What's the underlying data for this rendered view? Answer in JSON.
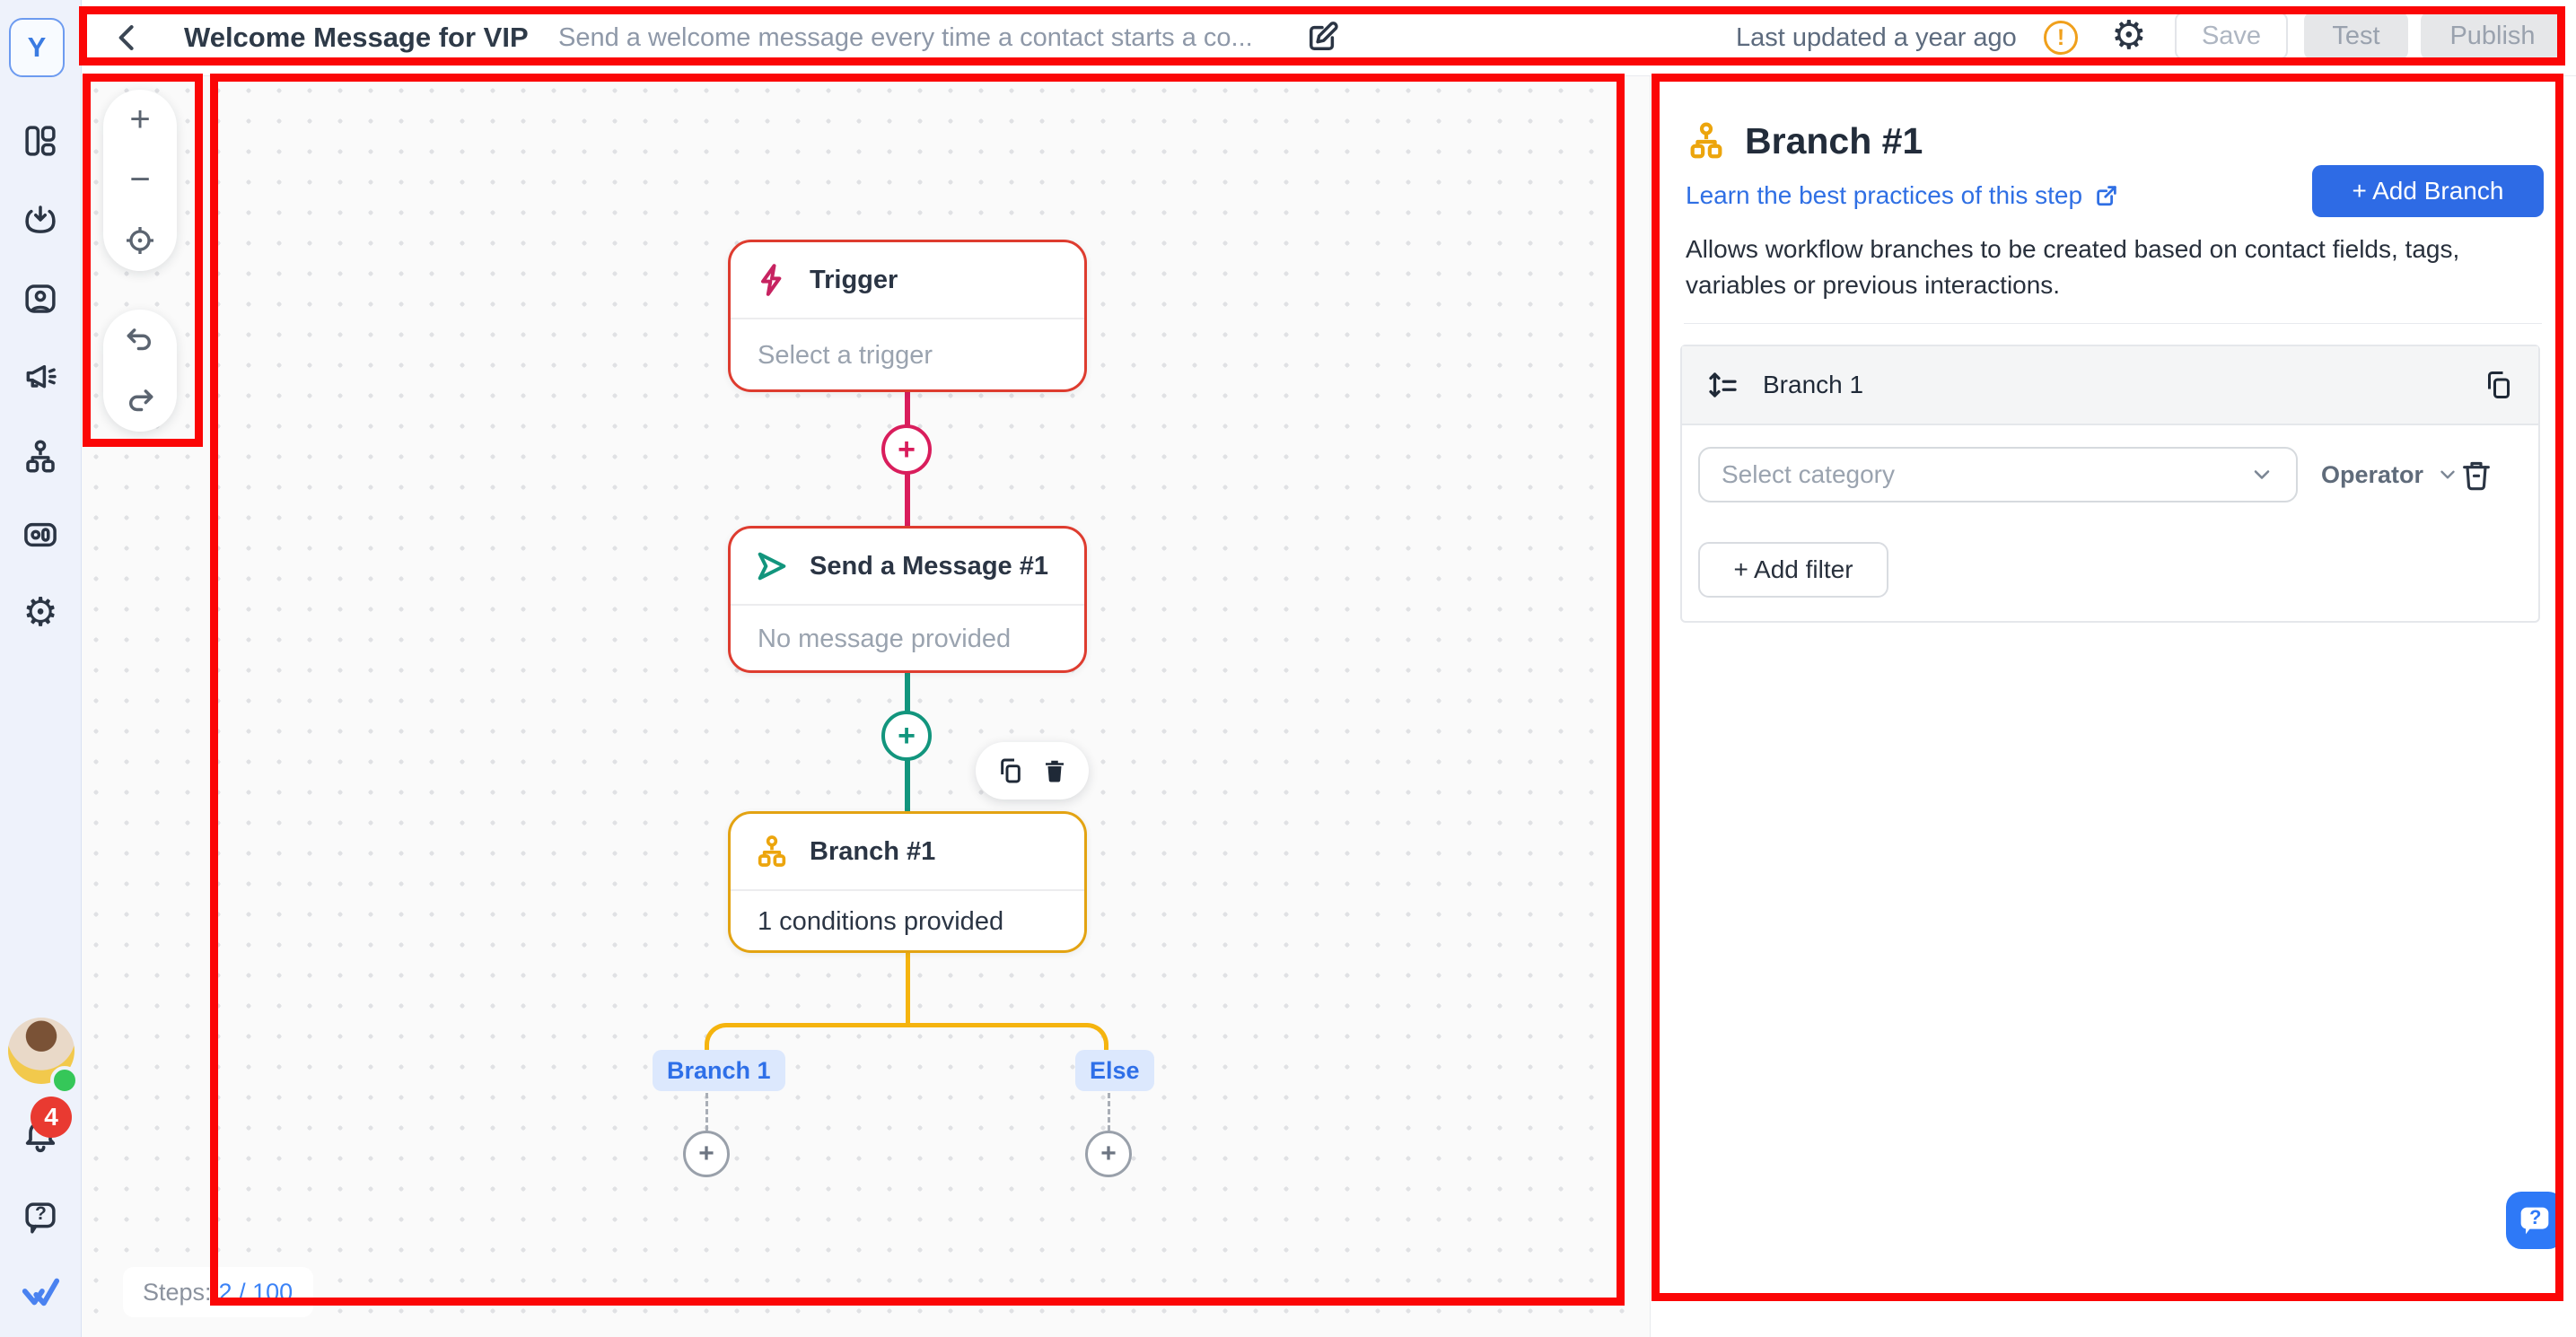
{
  "topbar": {
    "title": "Welcome Message for VIP",
    "subtitle": "Send a welcome message every time a contact starts a co...",
    "last_updated": "Last updated a year ago",
    "save_label": "Save",
    "test_label": "Test",
    "publish_label": "Publish"
  },
  "sidebar": {
    "logo_letter": "Y",
    "notification_count": "4"
  },
  "zoom_controls": {
    "zoom_in": "+",
    "zoom_out": "−"
  },
  "canvas": {
    "steps_label": "Steps:",
    "steps_value": "2 / 100",
    "nodes": {
      "trigger": {
        "title": "Trigger",
        "body": "Select a trigger"
      },
      "message": {
        "title": "Send a Message #1",
        "body": "No message provided"
      },
      "branch": {
        "title": "Branch #1",
        "body": "1 conditions provided"
      }
    },
    "branch_labels": {
      "left": "Branch 1",
      "right": "Else"
    }
  },
  "panel": {
    "title": "Branch #1",
    "link_label": "Learn the best practices of this step",
    "add_branch_label": "+ Add Branch",
    "description": "Allows workflow branches to be created based on contact fields, tags, variables or previous interactions.",
    "card": {
      "header": "Branch 1",
      "select_placeholder": "Select category",
      "operator_label": "Operator",
      "add_filter_label": "+ Add filter"
    }
  },
  "icons": {
    "plus": "+",
    "question": "?",
    "exclamation": "!",
    "gear": "⚙"
  },
  "colors": {
    "accent_blue": "#2e6be5",
    "link_blue": "#2f6fe4",
    "error_red_border": "#de3c2f",
    "pink_connector": "#d91d5c",
    "teal": "#12957d",
    "amber": "#eca50d",
    "warning_orange": "#f0a01c",
    "badge_red": "#e93a31",
    "online_green": "#35c759",
    "annotation_red": "#fb0606"
  }
}
